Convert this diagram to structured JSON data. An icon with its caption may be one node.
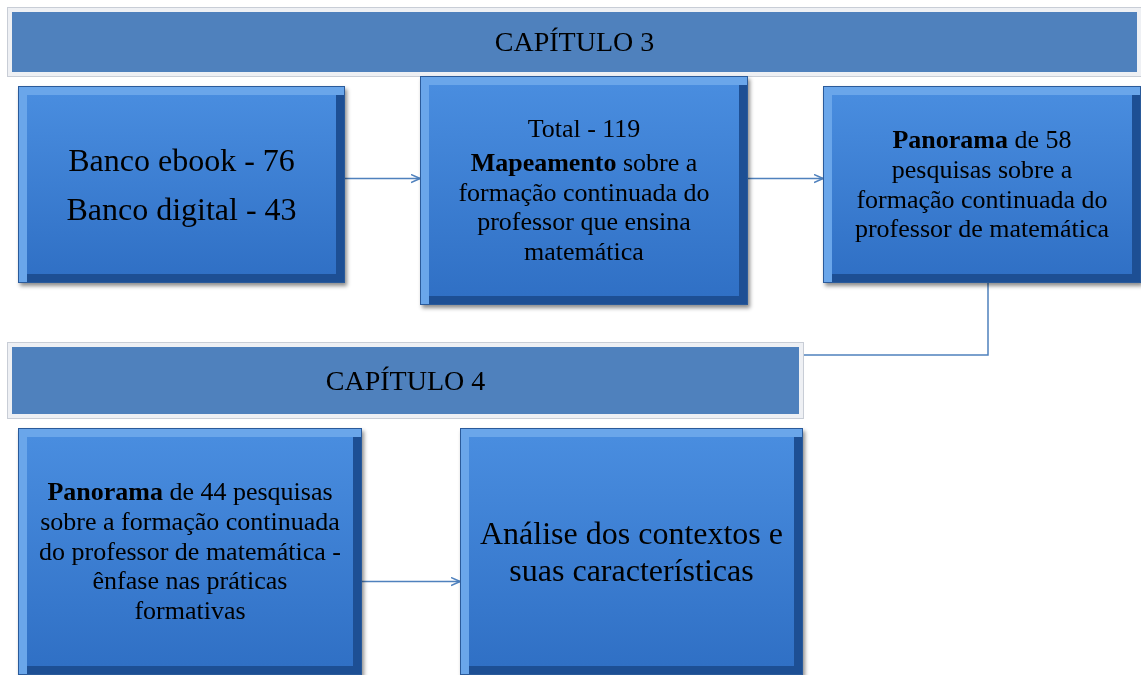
{
  "diagram": {
    "nodes": [
      {
        "text": [
          "CAPÍTULO 3"
        ]
      },
      {
        "text": [
          "Banco ebook - 76",
          "Banco digital - 43"
        ]
      },
      {
        "text": [
          "Total - 119",
          "**Mapeamento** sobre a formação continuada do professor que ensina matemática"
        ]
      },
      {
        "text": [
          "**Panorama** de 58 pesquisas sobre a formação continuada do professor de matemática"
        ]
      },
      {
        "text": [
          "CAPÍTULO 4"
        ]
      },
      {
        "text": [
          "**Panorama** de 44 pesquisas sobre a formação continuada do professor de matemática - ênfase nas práticas formativas"
        ]
      },
      {
        "text": [
          "Análise dos contextos e suas características"
        ]
      }
    ],
    "edges": [
      {
        "from": 1,
        "to": 2,
        "arrow": "to"
      },
      {
        "from": 2,
        "to": 3,
        "arrow": "to"
      },
      {
        "from": 3,
        "to": 4,
        "arrow": "none"
      },
      {
        "from": 5,
        "to": 6,
        "arrow": "to"
      }
    ]
  }
}
